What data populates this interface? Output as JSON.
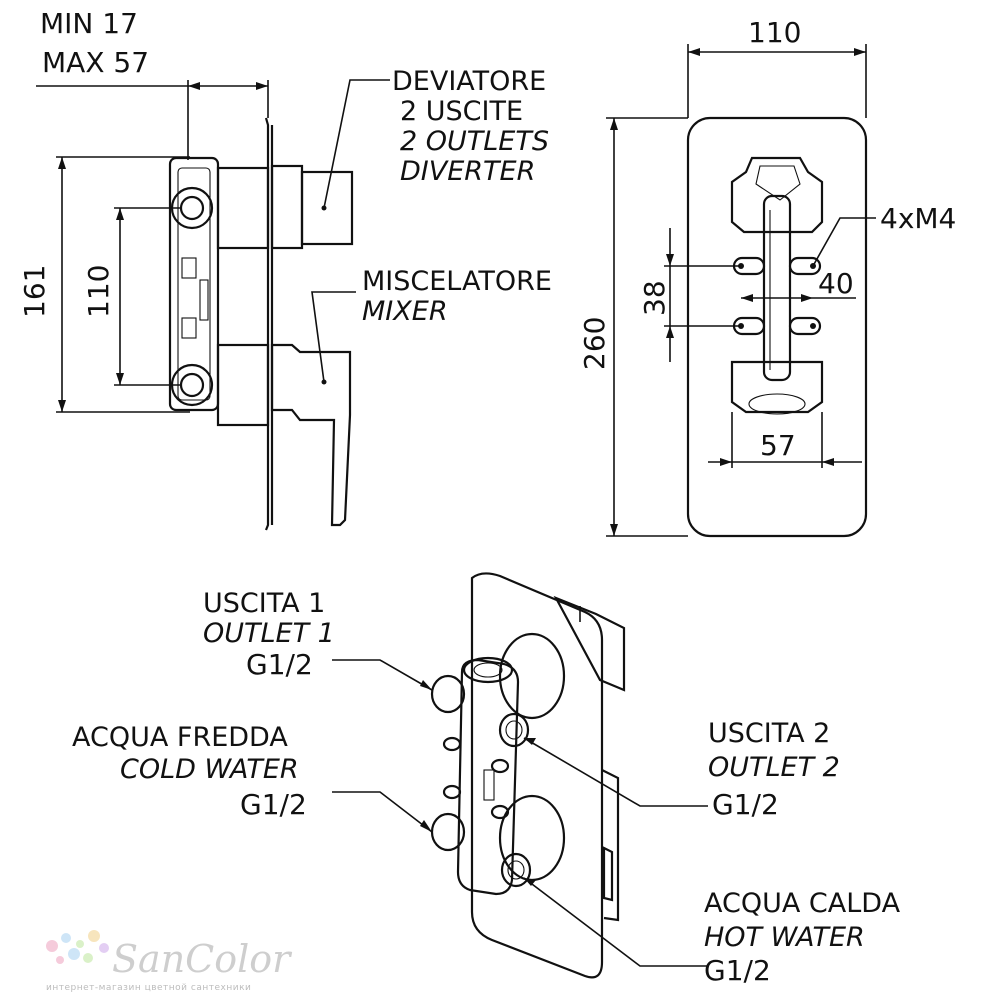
{
  "side_view": {
    "depth_min": "MIN 17",
    "depth_max": "MAX 57",
    "height_total": "161",
    "axis_spacing": "110",
    "diverter": {
      "it": "DEVIATORE",
      "it2": "2 USCITE",
      "en2": "2 OUTLETS",
      "en": "DIVERTER"
    },
    "mixer": {
      "it": "MISCELATORE",
      "en": "MIXER"
    }
  },
  "front_view": {
    "width": "110",
    "height": "260",
    "screws": "4xM4",
    "screw_v_spacing": "38",
    "screw_h_spacing": "40",
    "outlet_spacing": "57"
  },
  "iso_view": {
    "outlet1": {
      "it": "USCITA 1",
      "en": "OUTLET 1",
      "thread": "G1/2"
    },
    "cold": {
      "it": "ACQUA FREDDA",
      "en": "COLD WATER",
      "thread": "G1/2"
    },
    "outlet2": {
      "it": "USCITA 2",
      "en": "OUTLET 2",
      "thread": "G1/2"
    },
    "hot": {
      "it": "ACQUA CALDA",
      "en": "HOT WATER",
      "thread": "G1/2"
    }
  },
  "watermark": {
    "brand": "SanColor",
    "tagline": "интернет-магазин цветной сантехники",
    "dot_colors": [
      "#f4c6d8",
      "#c9e3f7",
      "#d7f0c3",
      "#f7e3b6",
      "#e0c9f2"
    ]
  }
}
